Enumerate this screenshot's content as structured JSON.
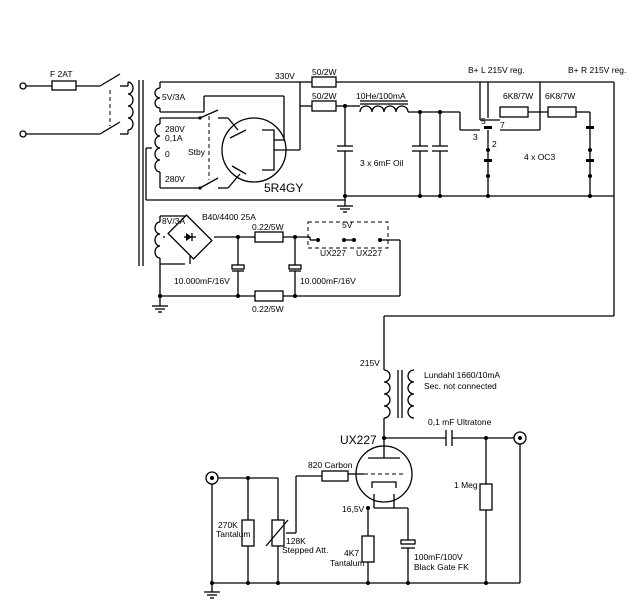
{
  "labels": {
    "fuse": "F 2AT",
    "heater5v": "5V/3A",
    "tap280a": "280V",
    "tap01a": "0,1A",
    "tap0": "0",
    "tap280b": "280V",
    "stby": "Stby",
    "v330": "330V",
    "r50a": "50/2W",
    "r50b": "50/2W",
    "choke": "10He/100mA",
    "caps": "3 x 6mF Oil",
    "rect": "5R4GY",
    "bplus_l": "B+ L 215V reg.",
    "bplus_r": "B+ R 215V reg.",
    "r6k8a": "6K8/7W",
    "r6k8b": "6K8/7W",
    "pin5": "5",
    "pin7": "7",
    "pin3": "3",
    "pin2": "2",
    "oc3": "4 x OC3",
    "heater8v": "8V/3A",
    "bridge": "B40/4400 25A",
    "r022a": "0.22/5W",
    "r022b": "0.22/5W",
    "c10000a": "10.000mF/16V",
    "c10000b": "10.000mF/16V",
    "v5": "5V",
    "ux227a": "UX227",
    "ux227b": "UX227",
    "v215": "215V",
    "lundahl1": "Lundahl 1660/10mA",
    "lundahl2": "Sec. not connected",
    "cout": "0,1 mF Ultratone",
    "tube": "UX227",
    "r820": "820 Carbon",
    "r1meg": "1 Meg",
    "r270k_1": "270K",
    "r270k_2": "Tantalum",
    "att1": "128K",
    "att2": "Stepped Att.",
    "v16": "16,5V",
    "r4k7_1": "4K7",
    "r4k7_2": "Tantalum",
    "ck1": "100mF/100V",
    "ck2": "Black Gate FK"
  }
}
